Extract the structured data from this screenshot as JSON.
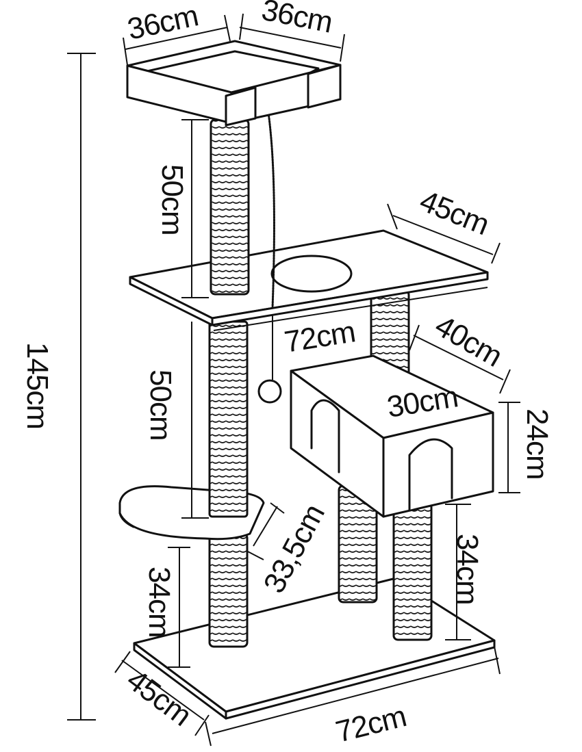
{
  "diagram": {
    "subject": "Cat tree dimensions",
    "colors": {
      "line": "#111111",
      "background": "#ffffff"
    },
    "labels": {
      "top_width_left": "36cm",
      "top_width_right": "36cm",
      "upper_post_height": "50cm",
      "total_height": "145cm",
      "middle_platform_depth": "45cm",
      "middle_platform_width": "72cm",
      "middle_post_height": "50cm",
      "condo_depth": "40cm",
      "condo_width": "30cm",
      "condo_height": "24cm",
      "step_length": "33,5cm",
      "lower_post_height_left": "34cm",
      "lower_post_height_right": "34cm",
      "base_depth": "45cm",
      "base_width": "72cm"
    }
  }
}
